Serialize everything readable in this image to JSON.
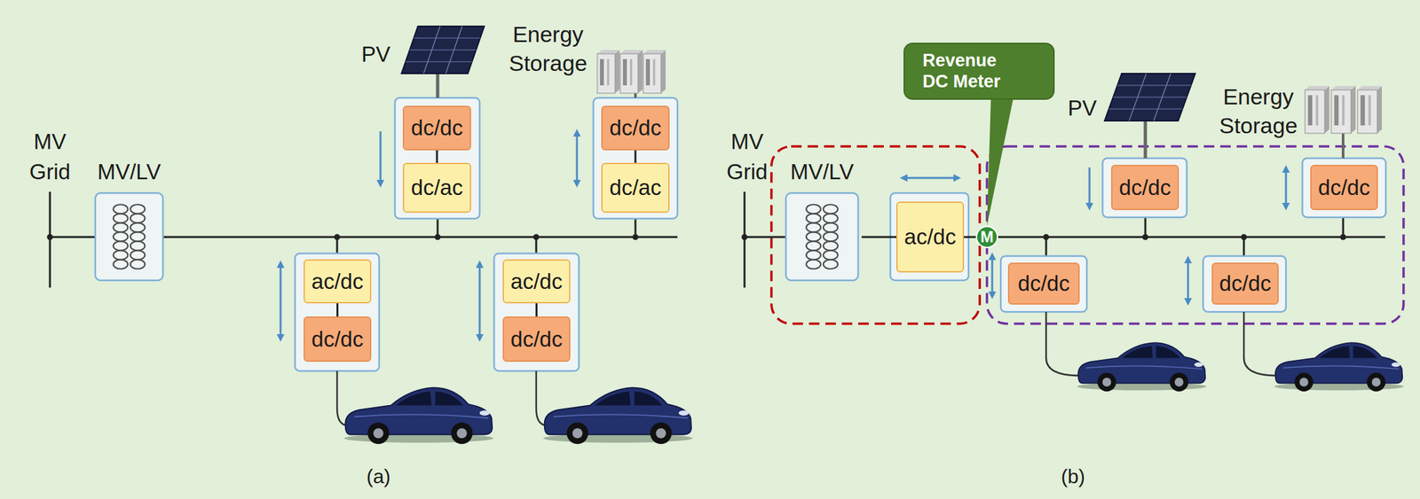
{
  "diagram": {
    "nodes": [
      {
        "text": [
          "MV/LV"
        ]
      },
      {
        "text": [
          "dc/dc"
        ]
      },
      {
        "text": [
          "dc/ac"
        ]
      },
      {
        "text": [
          "dc/dc"
        ]
      },
      {
        "text": [
          "dc/ac"
        ]
      },
      {
        "text": [
          "ac/dc"
        ]
      },
      {
        "text": [
          "dc/dc"
        ]
      },
      {
        "text": [
          "ac/dc"
        ]
      },
      {
        "text": [
          "dc/dc"
        ]
      },
      {
        "text": [
          "MV/LV"
        ]
      },
      {
        "text": [
          "ac/dc"
        ]
      },
      {
        "text": [
          "Revenue DC Meter"
        ]
      },
      {
        "text": [
          "M"
        ]
      },
      {
        "text": [
          "dc/dc"
        ]
      },
      {
        "text": [
          "dc/dc"
        ]
      },
      {
        "text": [
          "dc/dc"
        ]
      },
      {
        "text": [
          "dc/dc"
        ]
      }
    ],
    "edges": [
      {
        "from": 1,
        "to": 2,
        "arrow": "none"
      },
      {
        "from": 3,
        "to": 4,
        "arrow": "none"
      },
      {
        "from": 5,
        "to": 6,
        "arrow": "none"
      },
      {
        "from": 7,
        "to": 8,
        "arrow": "none"
      },
      {
        "from": 9,
        "to": 10,
        "arrow": "none"
      },
      {
        "from": 10,
        "to": 12,
        "arrow": "none"
      },
      {
        "from": 11,
        "to": 12,
        "arrow": "none"
      }
    ],
    "labels": [
      "MV Grid",
      "PV",
      "Energy Storage",
      "(a)",
      "MV Grid",
      "PV",
      "Energy Storage",
      "(b)"
    ]
  }
}
